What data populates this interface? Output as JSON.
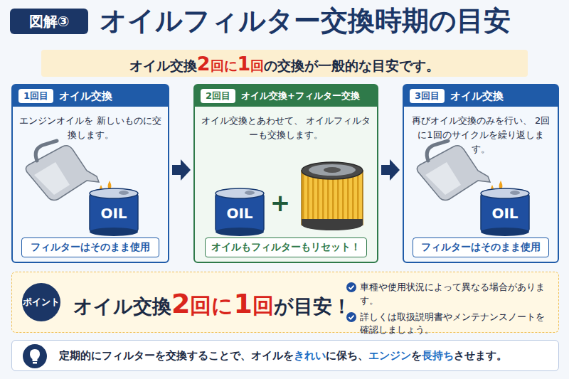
{
  "diagram": {
    "title": "オイルフィルター交換時期の目安",
    "nodes": [
      {
        "text": [
          "図解③"
        ]
      },
      {
        "text": [
          "オイル交換",
          "2",
          "回に",
          "1",
          "回",
          "の交換が一般的な目安です。"
        ]
      },
      {
        "text": [
          "1回目",
          "オイル交換",
          "エンジンオイルを 新しいものに交換します。"
        ]
      },
      {
        "text": [
          "フィルターはそのまま使用"
        ],
        "in": 2
      },
      {
        "text": [
          "2回目",
          "オイル交換+フィルター交換",
          "オイル交換とあわせて、 オイルフィルターも交換します。"
        ]
      },
      {
        "text": [
          "オイルもフィルターもリセット！"
        ],
        "in": 4
      },
      {
        "text": [
          "3回目",
          "オイル交換",
          "再びオイル交換のみを行い、 2回に1回のサイクルを繰り返します。"
        ]
      },
      {
        "text": [
          "フィルターはそのまま使用"
        ],
        "in": 6
      },
      {
        "text": [
          "オイル交換",
          "2",
          "回に",
          "1",
          "回",
          "が目安！",
          "車種や使用状況によって異なる場合があります。",
          "詳しくは取扱説明書やメンテナンスノートを 確認しましょう。"
        ]
      },
      {
        "text": [
          "ポイント"
        ],
        "in": 8
      },
      {
        "text": [
          "定期的にフィルターを交換することで、オイルを",
          "きれい",
          "に保ち、",
          "エンジン",
          "を",
          "長持ち",
          "させます。"
        ]
      }
    ],
    "edges": [
      {
        "from": 2,
        "to": 4,
        "arrow": "to"
      },
      {
        "from": 4,
        "to": 6,
        "arrow": "to"
      }
    ],
    "labels": [
      "OIL",
      "OIL",
      "+",
      "OIL"
    ]
  }
}
